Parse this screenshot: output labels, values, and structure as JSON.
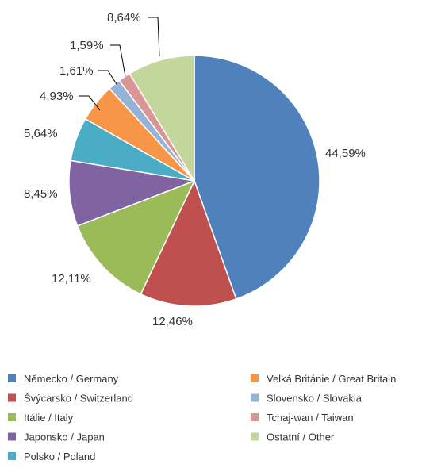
{
  "chart_data": {
    "type": "pie",
    "title": "",
    "legend_position": "bottom",
    "slices": [
      {
        "name": "Německo / Germany",
        "value": 44.59,
        "label": "44,59%",
        "color": "#4f81bd"
      },
      {
        "name": "Švýcarsko / Switzerland",
        "value": 12.46,
        "label": "12,46%",
        "color": "#c0504d"
      },
      {
        "name": "Itálie / Italy",
        "value": 12.11,
        "label": "12,11%",
        "color": "#9bbb59"
      },
      {
        "name": "Japonsko / Japan",
        "value": 8.45,
        "label": "8,45%",
        "color": "#8064a2"
      },
      {
        "name": "Polsko / Poland",
        "value": 5.64,
        "label": "5,64%",
        "color": "#4bacc6"
      },
      {
        "name": "Velká Británie / Great Britain",
        "value": 4.93,
        "label": "4,93%",
        "color": "#f79646"
      },
      {
        "name": "Slovensko / Slovakia",
        "value": 1.61,
        "label": "1,61%",
        "color": "#95b3d7"
      },
      {
        "name": "Tchaj-wan / Taiwan",
        "value": 1.59,
        "label": "1,59%",
        "color": "#d99694"
      },
      {
        "name": "Ostatní / Other",
        "value": 8.64,
        "label": "8,64%",
        "color": "#c3d69b"
      }
    ]
  }
}
